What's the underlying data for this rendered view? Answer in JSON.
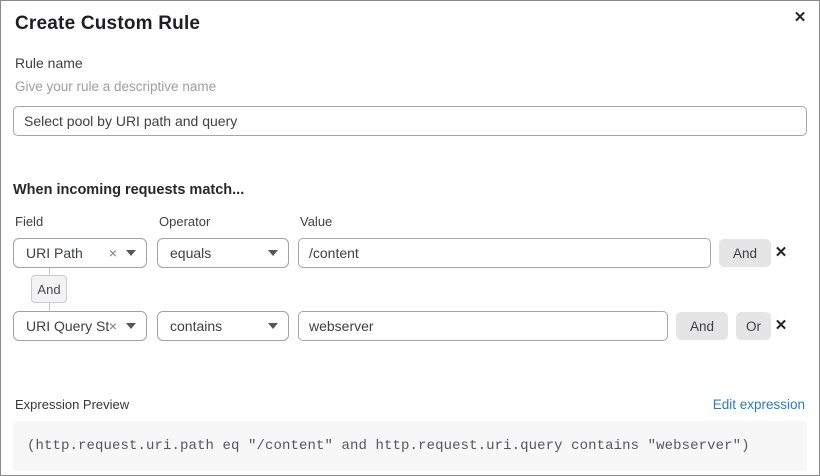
{
  "dialog": {
    "title": "Create Custom Rule",
    "close_icon": "✕"
  },
  "rule_name": {
    "label": "Rule name",
    "helper": "Give your rule a descriptive name",
    "value": "Select pool by URI path and query"
  },
  "match": {
    "heading": "When incoming requests match...",
    "columns": {
      "field": "Field",
      "operator": "Operator",
      "value": "Value"
    },
    "connector_label": "And",
    "rows": [
      {
        "field": "URI Path",
        "clear_icon": "×",
        "operator": "equals",
        "value": "/content",
        "and_label": "And",
        "remove_icon": "✕"
      },
      {
        "field": "URI Query St...",
        "clear_icon": "×",
        "operator": "contains",
        "value": "webserver",
        "and_label": "And",
        "or_label": "Or",
        "remove_icon": "✕"
      }
    ]
  },
  "expression": {
    "label": "Expression Preview",
    "edit_link": "Edit expression",
    "code": "(http.request.uri.path eq \"/content\" and http.request.uri.query contains \"webserver\")"
  },
  "colors": {
    "link_blue": "#2c7bbf",
    "button_gray": "#e5e5e6",
    "code_background": "#f7f7f7",
    "border_gray": "#a5a7aa"
  }
}
